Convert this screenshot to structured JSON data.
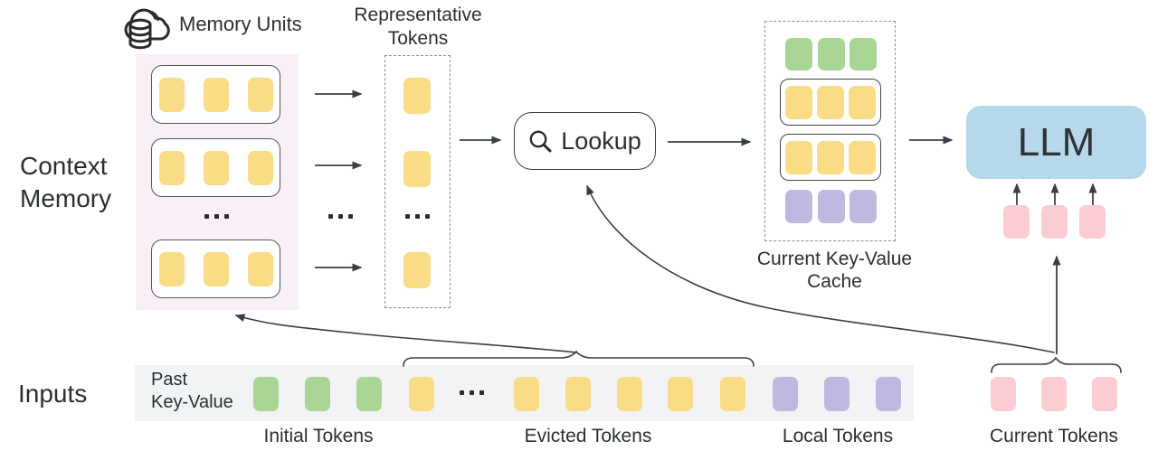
{
  "palette": {
    "yellow_token": "#FADC87",
    "green_token": "#A9D695",
    "purple_token": "#BDB9E1",
    "pink_token": "#FBCDD2",
    "llm_box": "#B5D9EA",
    "memory_panel_bg": "#F9EFF7",
    "inputs_panel_bg": "#F2F3F4",
    "line_color": "#3A3F45",
    "text_color": "#2B2F33"
  },
  "memory": {
    "icon": "cloud-database-icon",
    "title": "Memory Units",
    "section_label_lines": [
      "Context",
      "Memory"
    ],
    "units_shown": 3,
    "tokens_per_unit": 3,
    "token_color": "#FADC87"
  },
  "representative": {
    "label_lines": [
      "Representative",
      "Tokens"
    ],
    "tokens_shown": 3
  },
  "lookup": {
    "icon": "magnifier-icon",
    "label": "Lookup"
  },
  "cache": {
    "label_lines": [
      "Current Key-Value",
      "Cache"
    ],
    "rows": [
      {
        "color": "#A9D695",
        "boxed": false,
        "tokens": 3
      },
      {
        "color": "#FADC87",
        "boxed": true,
        "tokens": 3
      },
      {
        "color": "#FADC87",
        "boxed": true,
        "tokens": 3
      },
      {
        "color": "#BDB9E1",
        "boxed": false,
        "tokens": 3
      }
    ]
  },
  "llm": {
    "label": "LLM",
    "box_color": "#B5D9EA",
    "input_tokens_shown": 3,
    "input_token_color": "#FBCDD2"
  },
  "inputs": {
    "section_label": "Inputs",
    "row_label_lines": [
      "Past",
      "Key-Value"
    ],
    "groups": [
      {
        "label": "Initial Tokens",
        "color": "#A9D695",
        "tokens_shown": 3
      },
      {
        "label": "Evicted Tokens",
        "color": "#FADC87",
        "tokens_shown": 6,
        "ellipsis_between": true
      },
      {
        "label": "Local Tokens",
        "color": "#BDB9E1",
        "tokens_shown": 3
      },
      {
        "label": "Current Tokens",
        "color": "#FBCDD2",
        "tokens_shown": 3
      }
    ]
  }
}
